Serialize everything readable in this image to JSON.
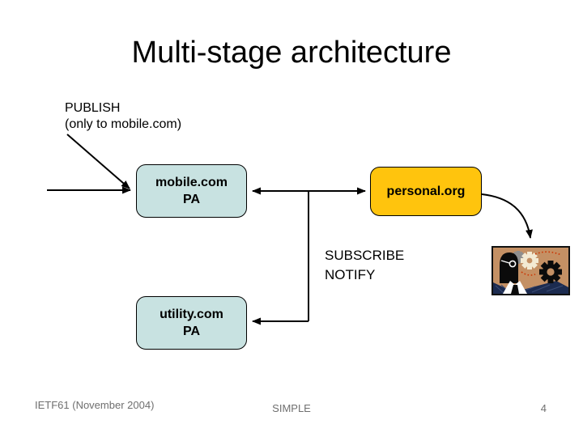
{
  "slide": {
    "title": "Multi-stage architecture",
    "footer": {
      "left": "IETF61 (November 2004)",
      "center": "SIMPLE",
      "page_number": "4"
    }
  },
  "diagram": {
    "annotations": {
      "publish": "PUBLISH\n(only to mobile.com)",
      "subscribe_notify": "SUBSCRIBE\nNOTIFY"
    },
    "nodes": [
      {
        "id": "mobile-com-pa",
        "label": "mobile.com\nPA",
        "fill": "#C8E2E1"
      },
      {
        "id": "personal-org",
        "label": "personal.org",
        "fill": "#FFC40D"
      },
      {
        "id": "utility-com-pa",
        "label": "utility.com\nPA",
        "fill": "#C8E2E1"
      }
    ],
    "edges": [
      {
        "from": "external-left",
        "to": "mobile-com-pa",
        "style": "straight-arrow"
      },
      {
        "from": "publish-label",
        "to": "mobile-com-pa",
        "style": "diagonal-arrow"
      },
      {
        "from": "junction",
        "to": "mobile-com-pa",
        "style": "arrow"
      },
      {
        "from": "junction",
        "to": "personal-org",
        "style": "arrow"
      },
      {
        "from": "junction",
        "to": "utility-com-pa",
        "style": "elbow-arrow"
      },
      {
        "from": "personal-org",
        "to": "person-gears-clipart",
        "style": "curved-arrow"
      }
    ],
    "image": {
      "name": "person-with-gears-clipart"
    }
  },
  "colors": {
    "node_blue": "#C8E2E1",
    "node_yellow": "#FFC40D",
    "line_black": "#000000",
    "footer_gray": "#6F6F6F",
    "clipart_tan": "#C49064",
    "clipart_navy": "#1C2B50",
    "clipart_red": "#CC3300"
  }
}
